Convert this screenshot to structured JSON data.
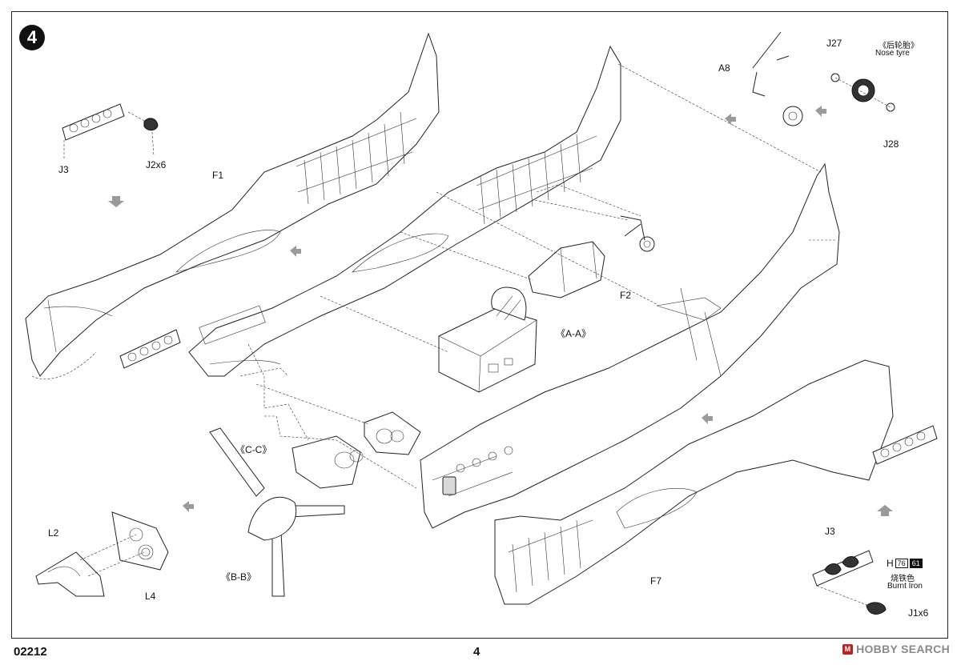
{
  "step": {
    "number": "4"
  },
  "labels": {
    "j3_top": "J3",
    "j2x6": "J2x6",
    "f1": "F1",
    "a8": "A8",
    "j27": "J27",
    "nose_tyre_cn": "《后轮胎》",
    "nose_tyre": "Nose tyre",
    "j28": "J28",
    "f2": "F2",
    "a_a": "《A-A》",
    "c_c": "《C-C》",
    "b_b": "《B-B》",
    "l2": "L2",
    "l4": "L4",
    "f7": "F7",
    "j3_bottom": "J3",
    "j1x6": "J1x6"
  },
  "paint": {
    "prefix": "H",
    "code1": "76",
    "code2": "61",
    "name_cn": "烧铁色",
    "name_en": "Burnt Iron"
  },
  "footer": {
    "kit_number": "02212",
    "page_number": "4"
  },
  "watermark": {
    "logo": "M",
    "text": "HOBBY SEARCH"
  },
  "colors": {
    "ink": "#222222",
    "arrow": "#9a9a9a",
    "shade": "#d9d9d9"
  }
}
